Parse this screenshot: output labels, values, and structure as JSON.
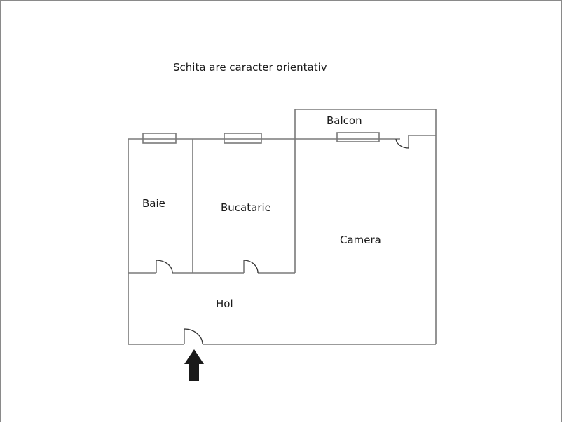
{
  "note": "Schita are caracter orientativ",
  "rooms": [
    {
      "id": "baie",
      "label": "Baie"
    },
    {
      "id": "bucatarie",
      "label": "Bucatarie"
    },
    {
      "id": "balcon",
      "label": "Balcon"
    },
    {
      "id": "camera",
      "label": "Camera"
    },
    {
      "id": "hol",
      "label": "Hol"
    }
  ],
  "colors": {
    "wall": "#7a7a7a",
    "door_arc": "#333333",
    "arrow": "#1a1a1a"
  },
  "entrance_marker": "up-arrow"
}
